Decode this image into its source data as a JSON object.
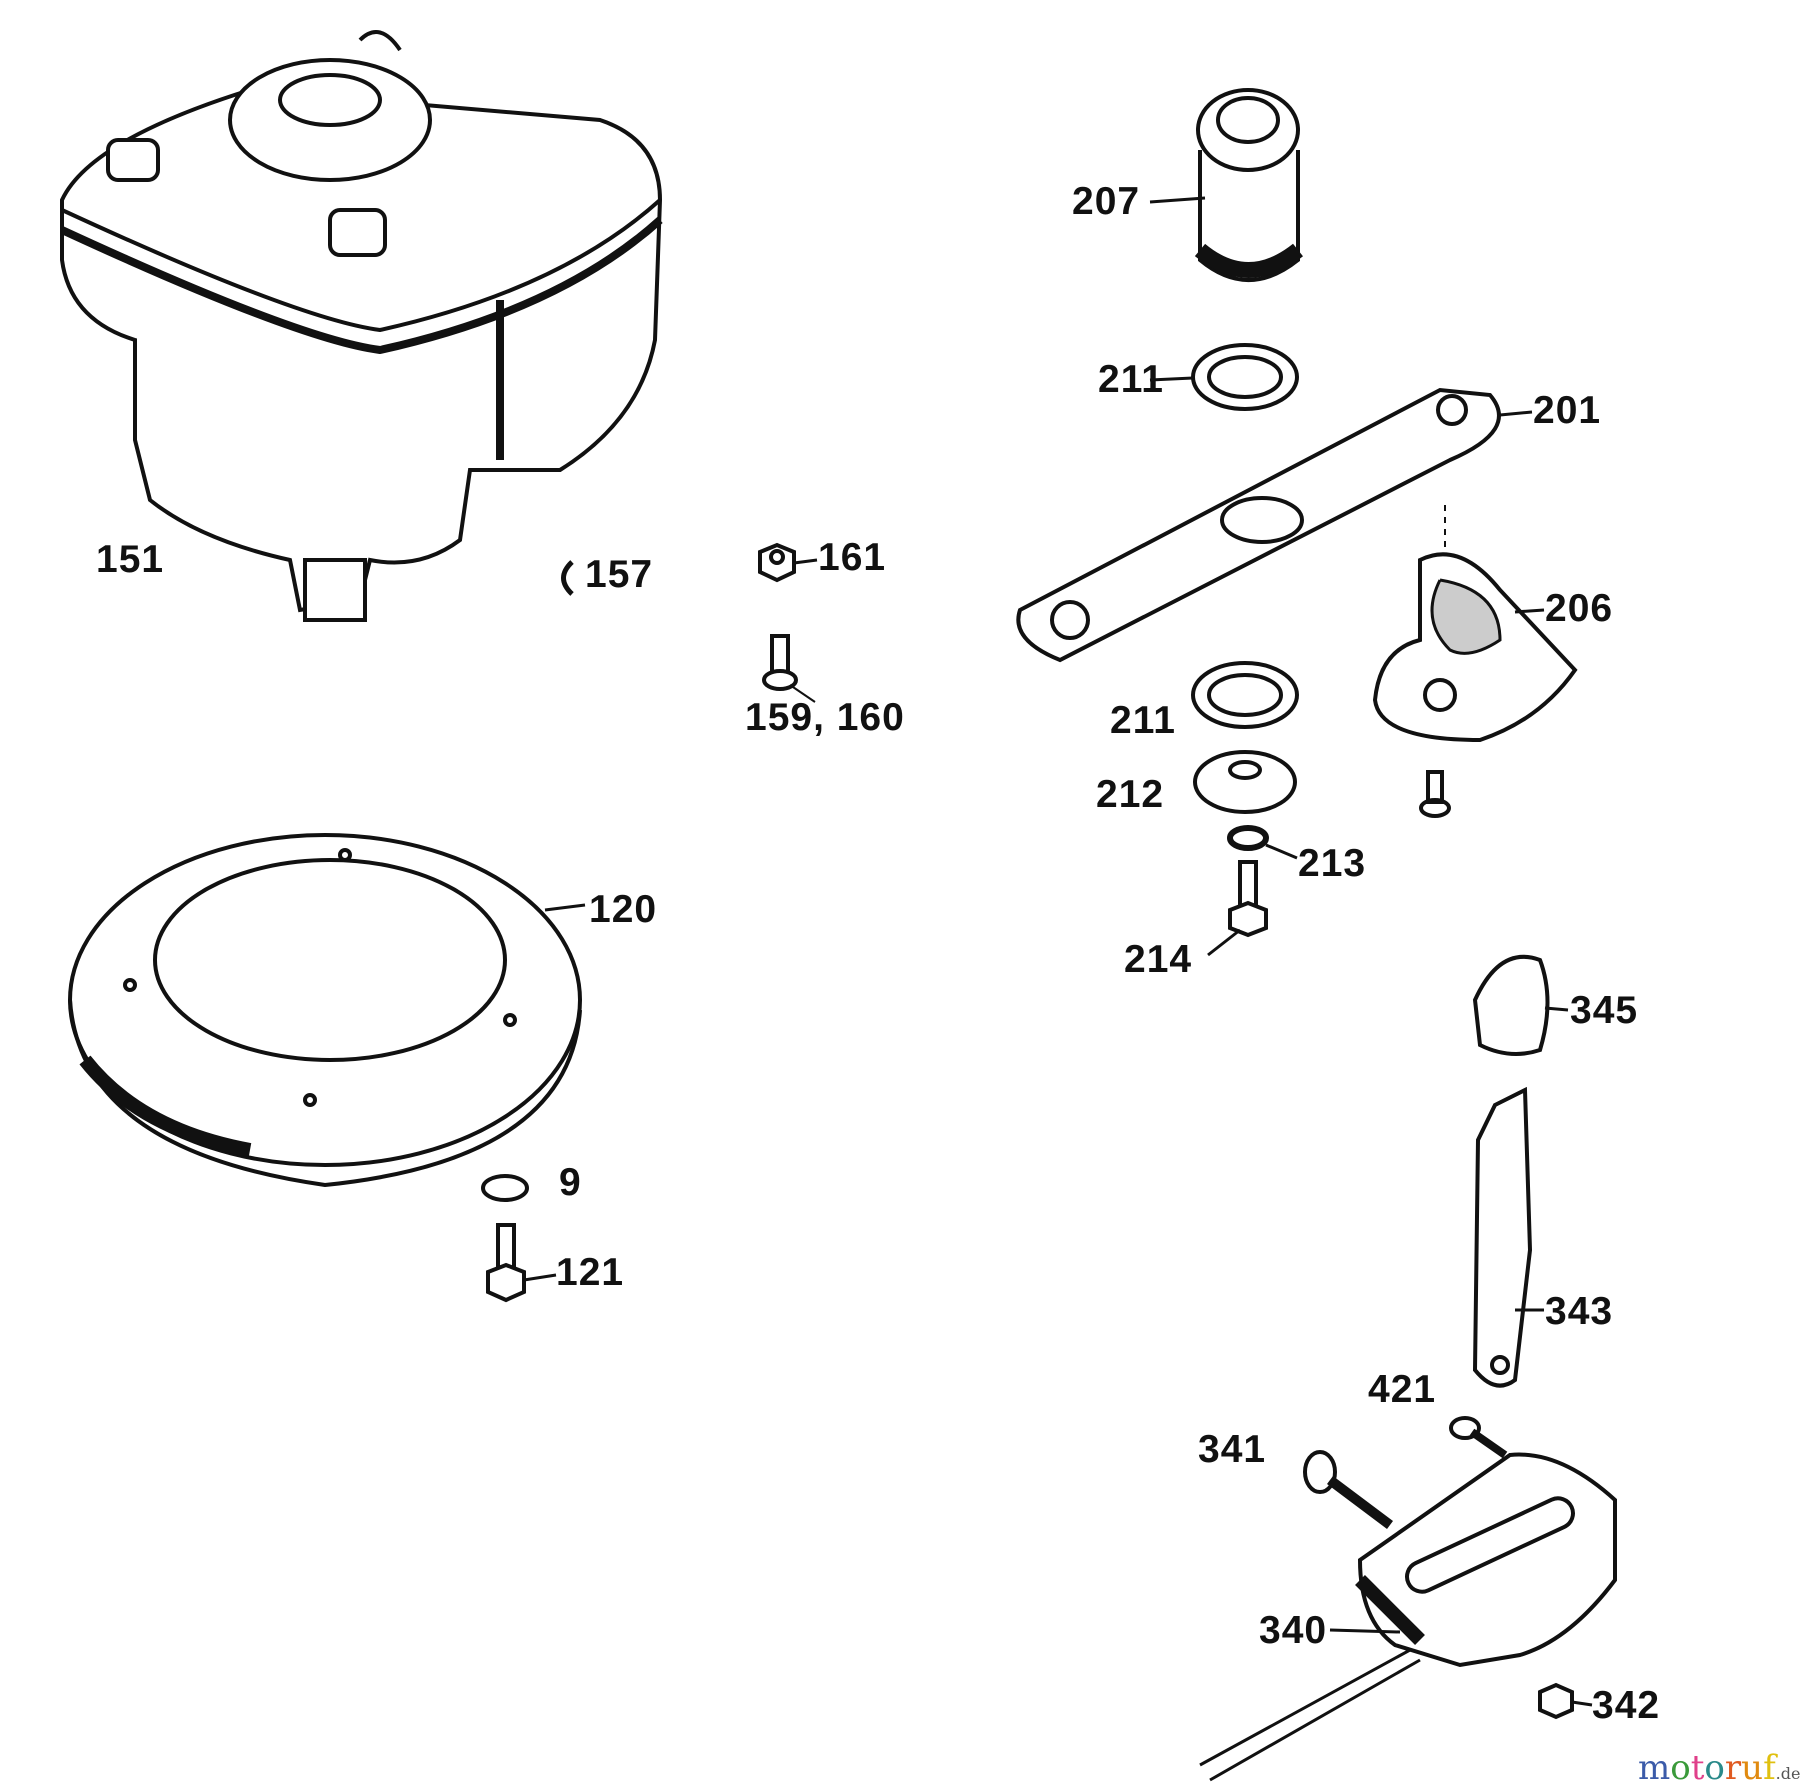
{
  "diagram": {
    "labels": {
      "l151": "151",
      "l157": "157",
      "l161": "161",
      "l159_160": "159, 160",
      "l207": "207",
      "l211a": "211",
      "l201": "201",
      "l206": "206",
      "l211b": "211",
      "l212": "212",
      "l213": "213",
      "l214": "214",
      "l120": "120",
      "l345": "345",
      "l9": "9",
      "l121": "121",
      "l343": "343",
      "l421": "421",
      "l341": "341",
      "l340": "340",
      "l342": "342"
    }
  },
  "watermark": {
    "text": "motoruf",
    "suffix": ".de",
    "colors": [
      "#3b5ba9",
      "#3a9a3a",
      "#e0408a",
      "#2a8a8a",
      "#e05a20",
      "#e08a10",
      "#e0c010"
    ]
  }
}
